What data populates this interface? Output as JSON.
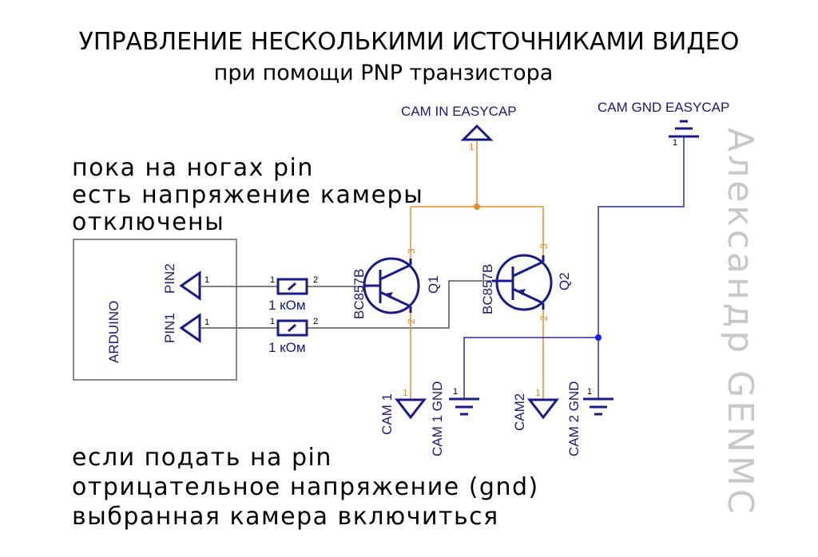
{
  "title": {
    "line1": "УПРАВЛЕНИЕ НЕСКОЛЬКИМИ ИСТОЧНИКАМИ ВИДЕО",
    "line2": "при помощи PNP транзистора"
  },
  "notes": {
    "top": [
      "пока на ногах pin",
      "есть напряжение камеры",
      "отключены"
    ],
    "bottom": [
      "если подать на pin",
      "отрицательное напряжение (gnd)",
      "выбранная камера включиться"
    ]
  },
  "watermark": "Александр GENMC",
  "components": {
    "arduino": {
      "label": "ARDUINO",
      "pin2": "PIN2",
      "pin1": "PIN1",
      "pin_num": "1"
    },
    "resistors": [
      {
        "value": "1 кОм",
        "pin_a": "1",
        "pin_b": "2"
      },
      {
        "value": "1 кОм",
        "pin_a": "1",
        "pin_b": "2"
      }
    ],
    "transistors": [
      {
        "ref": "Q1",
        "part": "BC857B",
        "collector_pin": "3",
        "emitter_pin": "2"
      },
      {
        "ref": "Q2",
        "part": "BC857B",
        "collector_pin": "3",
        "emitter_pin": "2"
      }
    ],
    "ports": {
      "cam_in": "CAM IN EASYCAP",
      "cam_gnd": "CAM GND EASYCAP",
      "cam1": "CAM 1",
      "cam1_gnd": "CAM 1 GND",
      "cam2": "CAM2",
      "cam2_gnd": "CAM 2 GND",
      "pin_num": "1"
    }
  },
  "colors": {
    "signal_wire": "#e5902a",
    "ground_wire": "#2a2aa0",
    "control_wire": "#555555",
    "symbol": "#1a1a8a",
    "watermark": "#c8c8c8"
  }
}
